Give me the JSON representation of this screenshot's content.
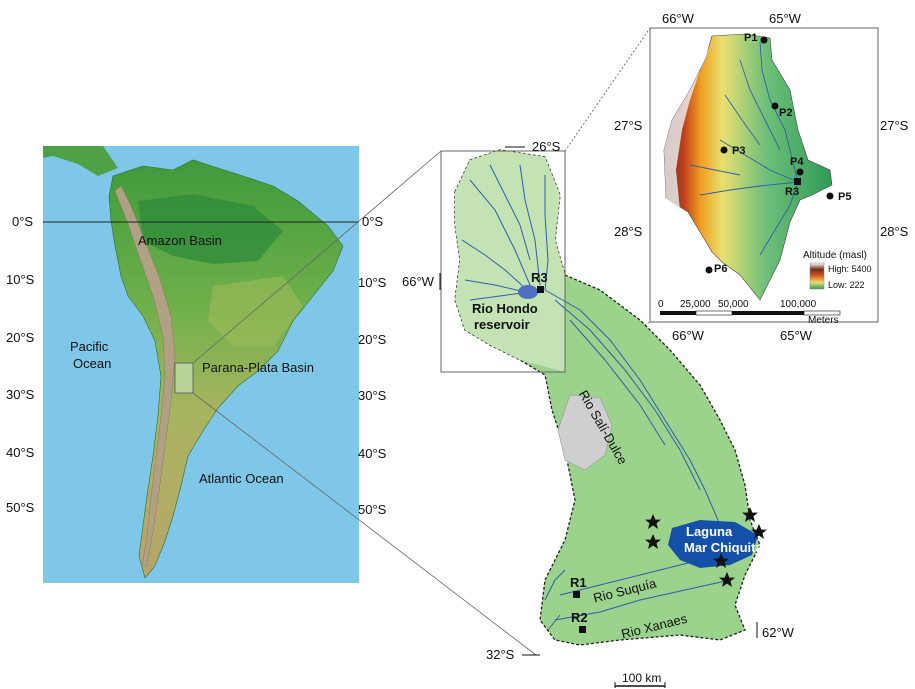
{
  "south_america": {
    "lat_labels_left": [
      "0°S",
      "10°S",
      "20°S",
      "30°S",
      "40°S",
      "50°S"
    ],
    "lat_labels_right": [
      "0°S",
      "10°S",
      "20°S",
      "30°S",
      "40°S",
      "50°S"
    ],
    "regions": {
      "amazon": "Amazon Basin",
      "parana": "Parana-Plata Basin",
      "pacific_line1": "Pacific",
      "pacific_line2": "Ocean",
      "atlantic": "Atlantic Ocean"
    }
  },
  "basin": {
    "coords": {
      "top_lat": "26°S",
      "bottom_lat": "32°S",
      "left_lon": "66°W",
      "right_lon": "62°W"
    },
    "labels": {
      "r3": "R3",
      "reservoir_line1": "Rio Hondo",
      "reservoir_line2": "reservoir",
      "sali_dulce": "Rio Salí-Dulce",
      "laguna_line1": "Laguna",
      "laguna_line2": "Mar Chiquita",
      "r1": "R1",
      "suquia": "Rio Suquía",
      "r2": "R2",
      "xanaes": "Rio Xanaes"
    },
    "scale": "100 km"
  },
  "inset": {
    "top_lon": [
      "66°W",
      "65°W"
    ],
    "bottom_lon": [
      "66°W",
      "65°W"
    ],
    "left_lat": [
      "27°S",
      "28°S"
    ],
    "right_lat": [
      "27°S",
      "28°S"
    ],
    "points": [
      "P1",
      "P2",
      "P3",
      "P4",
      "R3",
      "P5",
      "P6"
    ],
    "legend": {
      "title": "Altitude (masl)",
      "high": "High: 5400",
      "low": "Low: 222"
    },
    "scalebar": {
      "ticks": [
        "0",
        "25,000",
        "50,000",
        "100,000"
      ],
      "unit": "Meters"
    }
  }
}
